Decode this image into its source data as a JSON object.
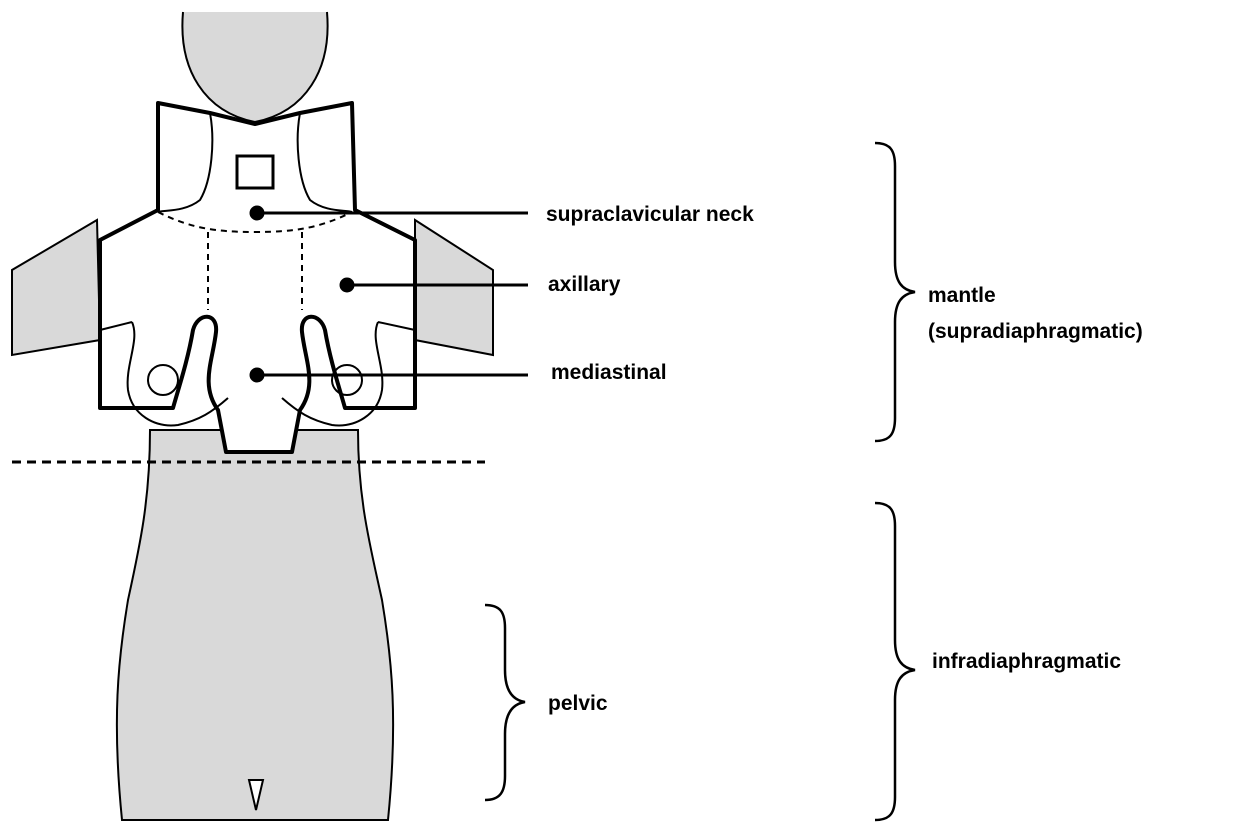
{
  "labels": {
    "supraclavicular_neck": "supraclavicular neck",
    "axillary": "axillary",
    "mediastinal": "mediastinal",
    "pelvic": "pelvic",
    "mantle_line1": "mantle",
    "mantle_line2": "(supradiaphragmatic)",
    "infradiaphragmatic": "infradiaphragmatic"
  },
  "colors": {
    "body_fill": "#d9d9d9",
    "stroke": "#000000",
    "background": "#ffffff"
  }
}
